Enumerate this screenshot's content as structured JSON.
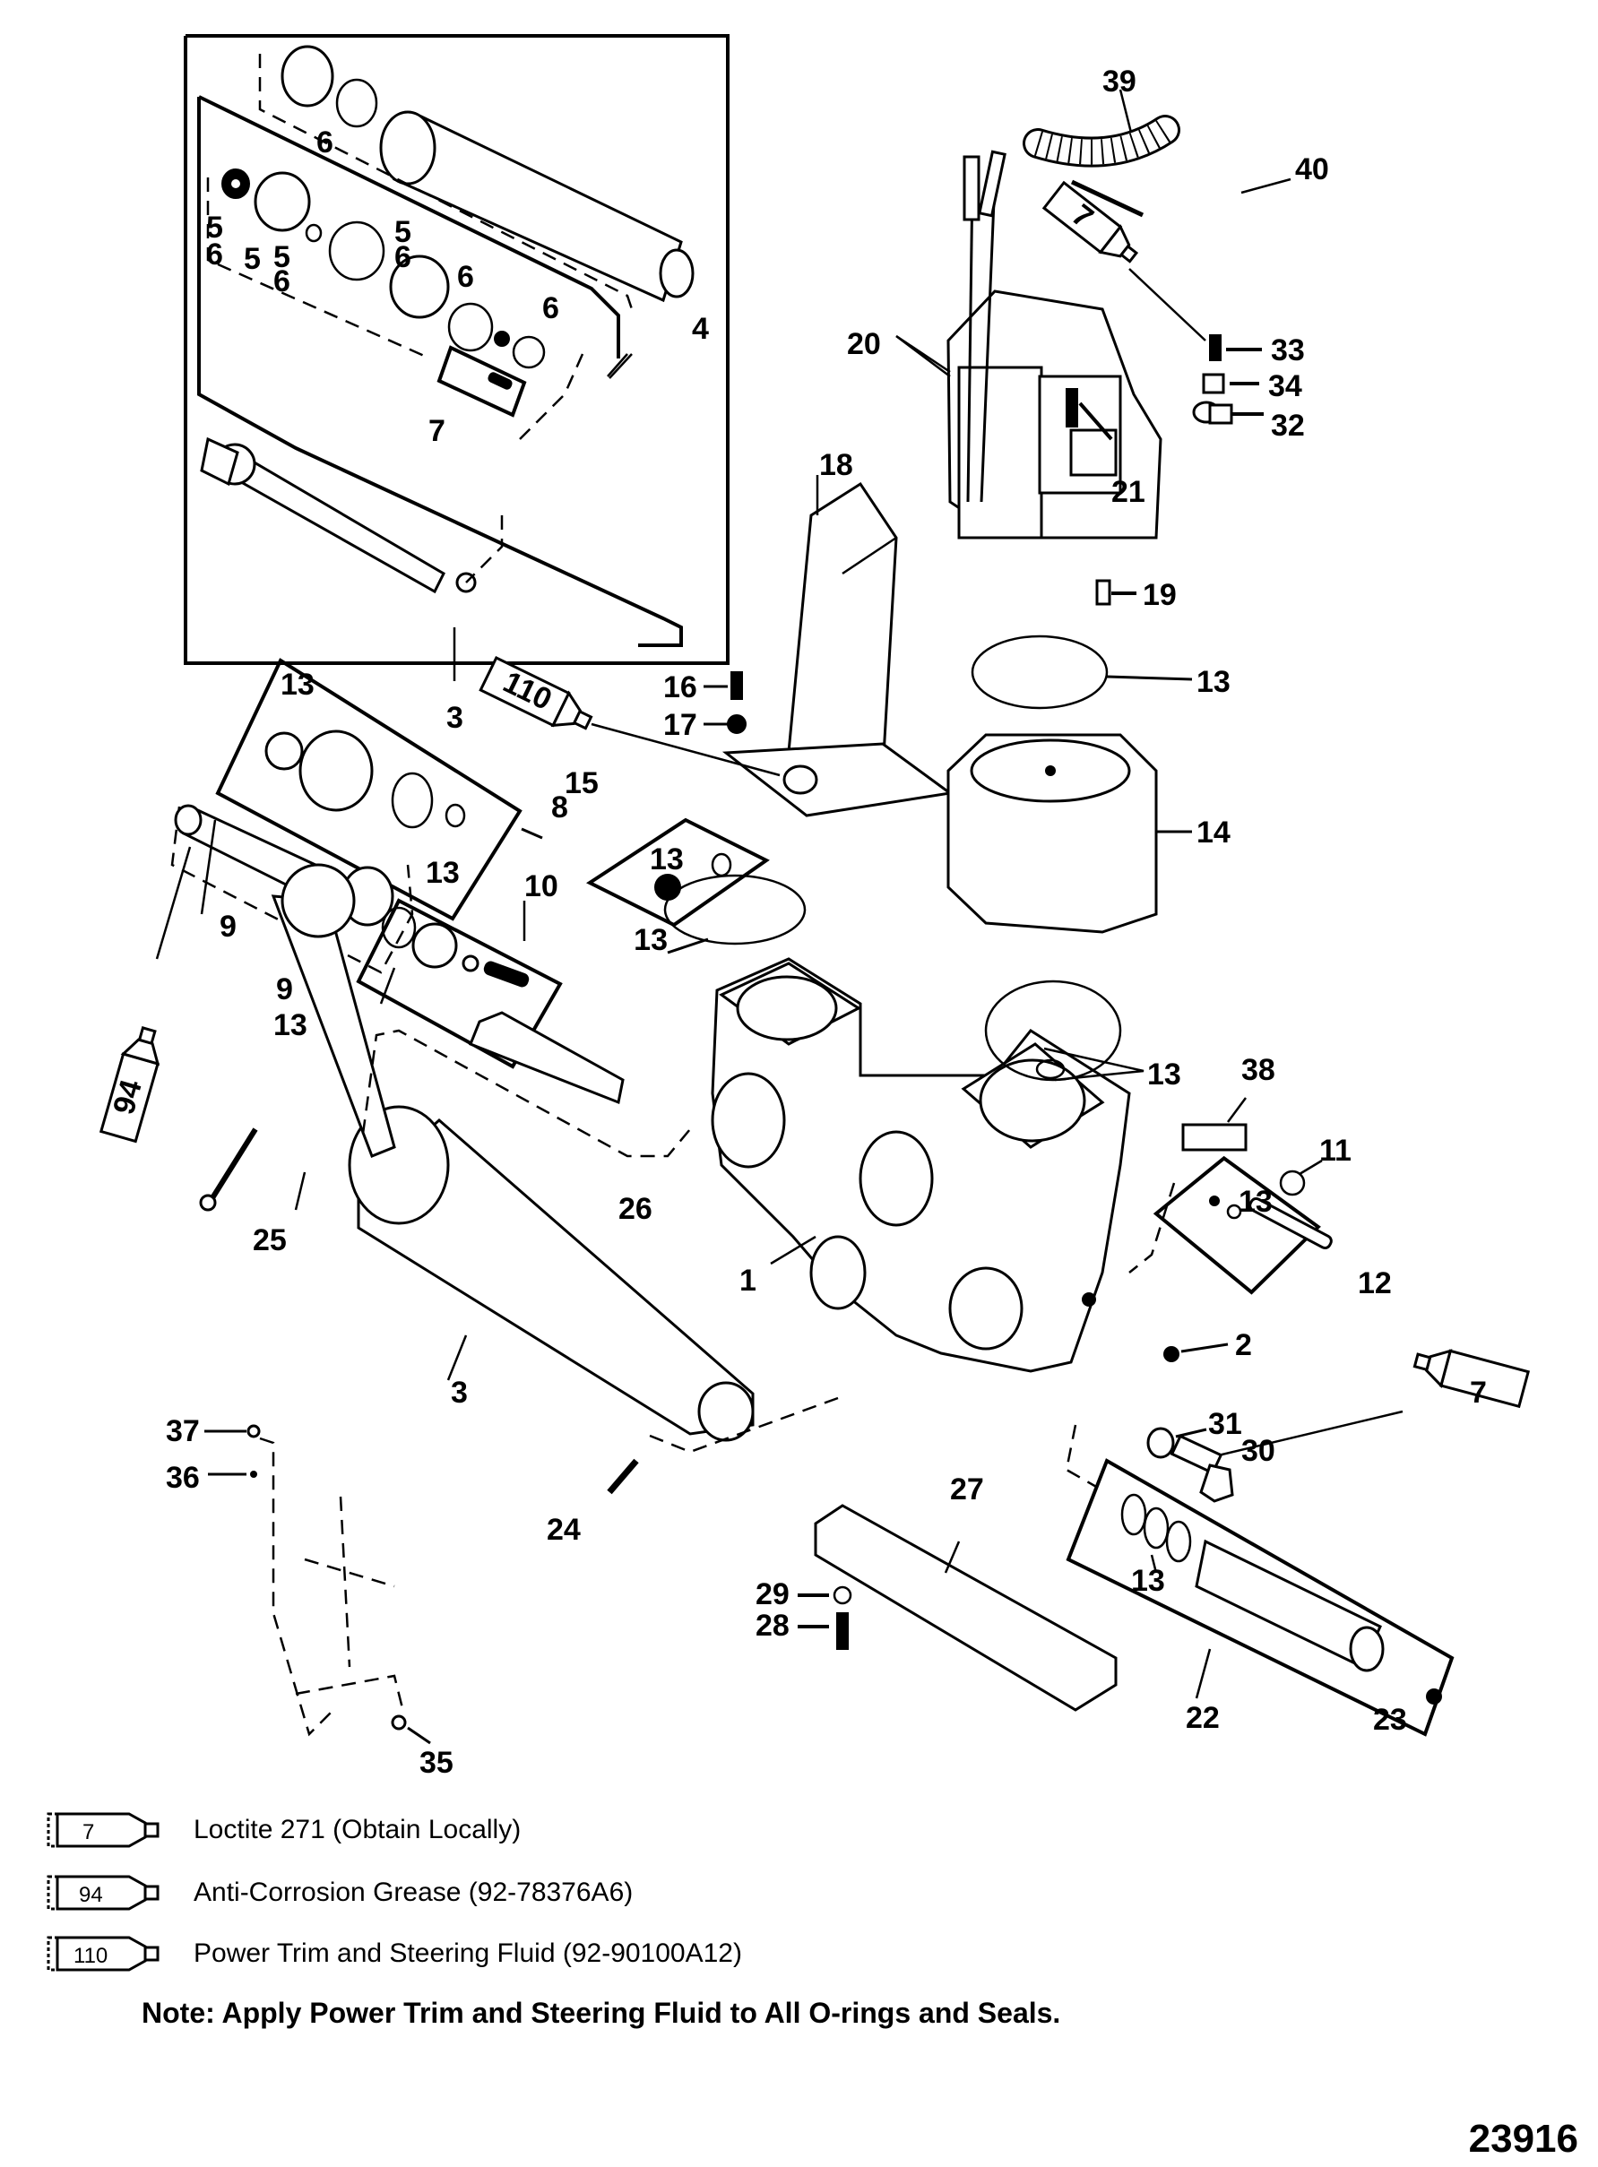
{
  "diagram": {
    "title": "Power Trim Pump Assembly - Exploded View",
    "figure_number": "23916",
    "callouts": [
      {
        "id": "c39",
        "text": "39"
      },
      {
        "id": "c40",
        "text": "40"
      },
      {
        "id": "c33",
        "text": "33"
      },
      {
        "id": "c34",
        "text": "34"
      },
      {
        "id": "c32",
        "text": "32"
      },
      {
        "id": "c20",
        "text": "20"
      },
      {
        "id": "c21",
        "text": "21"
      },
      {
        "id": "c18",
        "text": "18"
      },
      {
        "id": "c19",
        "text": "19"
      },
      {
        "id": "c13a",
        "text": "13"
      },
      {
        "id": "c16",
        "text": "16"
      },
      {
        "id": "c17",
        "text": "17"
      },
      {
        "id": "c15",
        "text": "15"
      },
      {
        "id": "c13b",
        "text": "13"
      },
      {
        "id": "c14",
        "text": "14"
      },
      {
        "id": "c13c",
        "text": "13"
      },
      {
        "id": "c3a",
        "text": "3"
      },
      {
        "id": "c4",
        "text": "4"
      },
      {
        "id": "c7box",
        "text": "7"
      },
      {
        "id": "c13d",
        "text": "13"
      },
      {
        "id": "c8",
        "text": "8"
      },
      {
        "id": "c13e",
        "text": "13"
      },
      {
        "id": "c9a",
        "text": "9"
      },
      {
        "id": "c9b",
        "text": "9"
      },
      {
        "id": "c13f",
        "text": "13"
      },
      {
        "id": "c10",
        "text": "10"
      },
      {
        "id": "c13g",
        "text": "13"
      },
      {
        "id": "c38",
        "text": "38"
      },
      {
        "id": "c11",
        "text": "11"
      },
      {
        "id": "c13h",
        "text": "13"
      },
      {
        "id": "c12",
        "text": "12"
      },
      {
        "id": "c25",
        "text": "25"
      },
      {
        "id": "c26",
        "text": "26"
      },
      {
        "id": "c1",
        "text": "1"
      },
      {
        "id": "c2",
        "text": "2"
      },
      {
        "id": "c3b",
        "text": "3"
      },
      {
        "id": "c31",
        "text": "31"
      },
      {
        "id": "c30",
        "text": "30"
      },
      {
        "id": "c37",
        "text": "37"
      },
      {
        "id": "c36",
        "text": "36"
      },
      {
        "id": "c24",
        "text": "24"
      },
      {
        "id": "c27",
        "text": "27"
      },
      {
        "id": "c29",
        "text": "29"
      },
      {
        "id": "c28",
        "text": "28"
      },
      {
        "id": "c13i",
        "text": "13"
      },
      {
        "id": "c22",
        "text": "22"
      },
      {
        "id": "c23",
        "text": "23"
      },
      {
        "id": "c35",
        "text": "35"
      }
    ],
    "inset_labels": {
      "o6a": "6",
      "o5a": "5",
      "o6b": "6",
      "o5b": "5",
      "o5c": "5",
      "o6c": "6",
      "o5d": "5",
      "o6d": "6",
      "o6e": "6",
      "o6f": "6"
    },
    "tube_labels": {
      "t7a": "7",
      "t110": "110",
      "t94": "94",
      "t7b": "7"
    }
  },
  "legend": [
    {
      "code": "7",
      "text": "Loctite 271 (Obtain Locally)"
    },
    {
      "code": "94",
      "text": "Anti-Corrosion Grease (92-78376A6)"
    },
    {
      "code": "110",
      "text": "Power Trim  and Steering Fluid (92-90100A12)"
    }
  ],
  "note": "Note: Apply Power Trim and Steering Fluid to All O-rings and Seals."
}
